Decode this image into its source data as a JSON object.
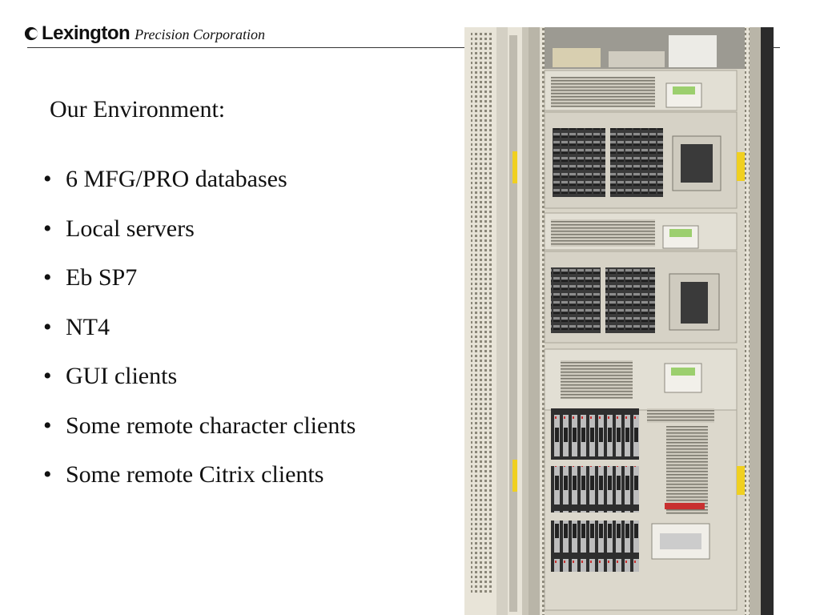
{
  "header": {
    "brand_name": "Lexington",
    "brand_tagline": "Precision Corporation"
  },
  "slide": {
    "title": "Our Environment:",
    "bullets": [
      "6 MFG/PRO databases",
      "Local servers",
      "Eb SP7",
      "NT4",
      "GUI clients",
      "Some remote character clients",
      "Some remote Citrix clients"
    ],
    "bullet_glyph": "•"
  },
  "colors": {
    "rack": "#d9d5c8",
    "door": "#e8e4d8",
    "dark": "#2a2a2a",
    "lcd": "#9ccf6e",
    "label": "#f0d020"
  }
}
